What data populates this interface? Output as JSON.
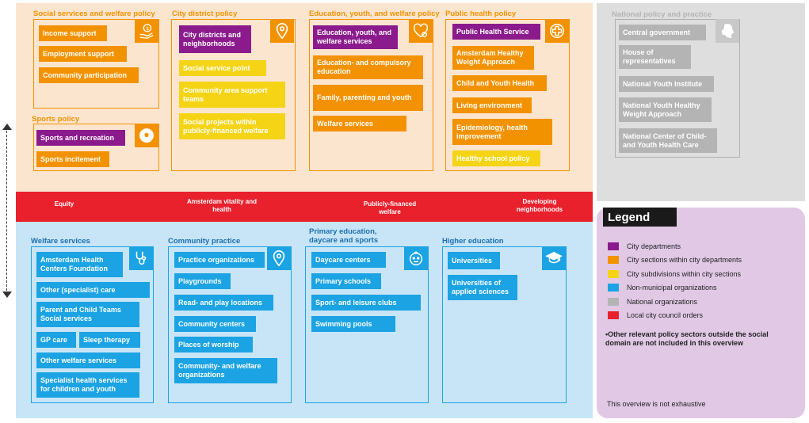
{
  "colors": {
    "purple": "#8b1b8c",
    "orange": "#f39200",
    "yellow": "#f5d416",
    "blue": "#1ba3e3",
    "gray": "#b4b4b4",
    "red": "#e8212d"
  },
  "sections": {
    "social": {
      "title": "Social services and welfare policy",
      "icon": "money-hand-icon",
      "items": [
        "Income support",
        "Employment support",
        "Community participation"
      ]
    },
    "sports": {
      "title": "Sports policy",
      "icon": "football-icon",
      "items": [
        "Sports and recreation",
        "Sports incitement"
      ]
    },
    "district": {
      "title": "City district policy",
      "icon": "map-pin-icon",
      "items": [
        "City districts and neighborhoods",
        "Social service point",
        "Community area support teams",
        "Social projects within publicly-financed welfare"
      ]
    },
    "education": {
      "title": "Education, youth, and welfare policy",
      "icon": "heart-hand-icon",
      "items": [
        "Education, youth, and welfare services",
        "Education- and compulsory education",
        "Family, parenting and youth",
        "Welfare services"
      ]
    },
    "health": {
      "title": "Public health policy",
      "icon": "medical-cross-icon",
      "items": [
        "Public Health Service",
        "Amsterdam Healthy Weight Approach",
        "Child and Youth Health",
        "Living environment",
        "Epidemiology, health improvement",
        "Healthy school policy"
      ]
    },
    "national": {
      "title": "National policy and practice",
      "icon": "netherlands-map-icon",
      "items": [
        "Central government",
        "House of representatives",
        "National Youth Institute",
        "National Youth Healthy Weight Approach",
        "National Center of Child- and Youth Health Care"
      ]
    },
    "welfare": {
      "title": "Welfare services",
      "icon": "stethoscope-icon",
      "items": [
        "Amsterdam Health Centers Foundation",
        "Other (specialist) care",
        "Parent and Child Teams Social services",
        "GP care",
        "Sleep therapy",
        "Other welfare services",
        "Specialist health services for children and youth"
      ]
    },
    "community": {
      "title": "Community practice",
      "icon": "map-pin-icon",
      "items": [
        "Practice organizations",
        "Playgrounds",
        "Read- and play locations",
        "Community centers",
        "Places of worship",
        "Community- and welfare organizations"
      ]
    },
    "primary": {
      "title": "Primary education, daycare and sports",
      "icon": "baby-face-icon",
      "items": [
        "Daycare centers",
        "Primary schools",
        "Sport- and leisure clubs",
        "Swimming pools"
      ]
    },
    "higher": {
      "title": "Higher education",
      "icon": "graduation-cap-icon",
      "items": [
        "Universities",
        "Universities of applied sciences"
      ]
    }
  },
  "council_orders": [
    "Equity",
    "Amsterdam vitality and health",
    "Publicly-financed welfare",
    "Developing neighborhoods"
  ],
  "legend": {
    "title": "Legend",
    "entries": [
      {
        "label": "City departments",
        "color": "#8b1b8c"
      },
      {
        "label": "City sections within city departments",
        "color": "#f39200"
      },
      {
        "label": "City subdivisions within city sections",
        "color": "#f5d416"
      },
      {
        "label": "Non-municipal organizations",
        "color": "#1ba3e3"
      },
      {
        "label": "National organizations",
        "color": "#b4b4b4"
      },
      {
        "label": "Local city council orders",
        "color": "#e8212d"
      }
    ],
    "note": "•Other relevant policy sectors outside the social domain are not included in this overview",
    "footer": "This overview is not exhaustive"
  }
}
